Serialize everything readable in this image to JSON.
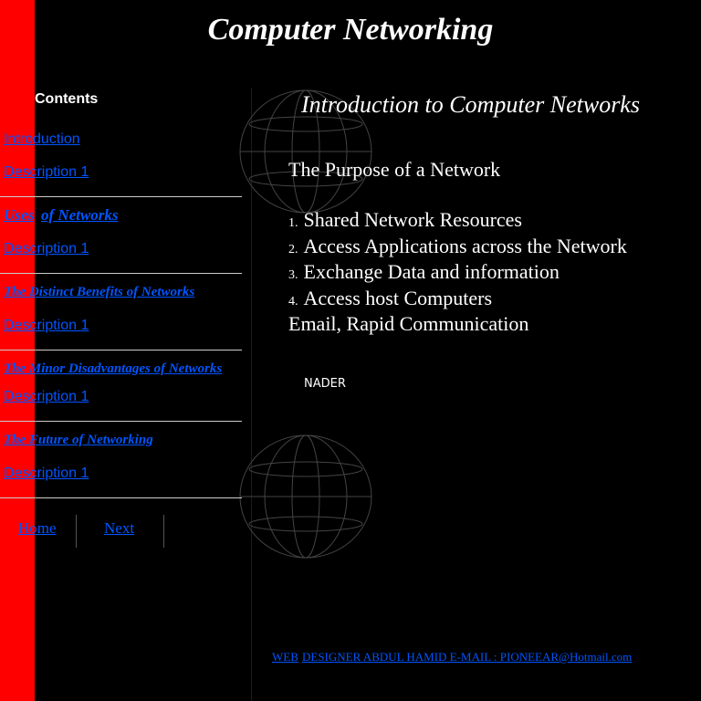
{
  "title": "Computer Networking",
  "sidebar": {
    "contents_label": "Contents",
    "links": [
      "Introduction",
      "Description 1",
      "Uses",
      "of Networks",
      "Description 1",
      "The Distinct Benefits of Networks",
      "Description 1",
      "The Minor Disadvantages of Networks",
      "Description 1",
      "The Future of Networking",
      "Description 1"
    ],
    "nav": {
      "home": "Home",
      "next": "Next"
    }
  },
  "main": {
    "heading": "Introduction to Computer Networks",
    "subheading": "The Purpose of a Network",
    "items": [
      {
        "n": "1.",
        "t": "Shared Network Resources"
      },
      {
        "n": "2.",
        "t": "Access Applications across the Network"
      },
      {
        "n": "3.",
        "t": "Exchange Data and information"
      },
      {
        "n": "4.",
        "t": "Access host Computers"
      }
    ],
    "extra": "Email, Rapid Communication",
    "author": "NADER"
  },
  "footer": {
    "web": "WEB",
    "designer": "DESIGNER ABDUL HAMID E-MAIL : PIONEEAR@Hotmail.com"
  }
}
